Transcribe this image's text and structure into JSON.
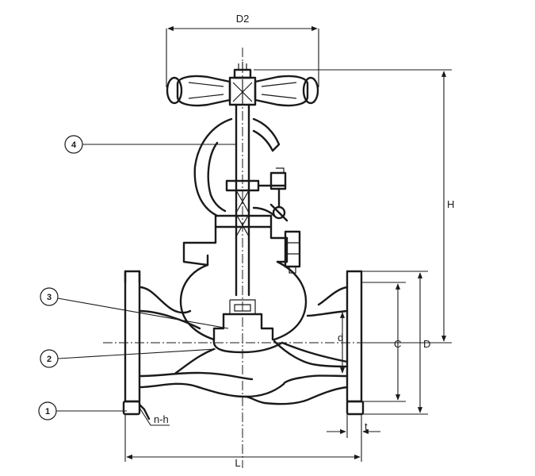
{
  "dimensions": {
    "handwheel_diameter": "D2",
    "height": "H",
    "flange_outer_diameter": "D",
    "bolt_circle_diameter": "C",
    "bore_diameter": "d",
    "flange_thickness": "t",
    "face_to_face_length": "L",
    "bolt_holes": "n-h"
  },
  "callouts": [
    "1",
    "2",
    "3",
    "4"
  ]
}
